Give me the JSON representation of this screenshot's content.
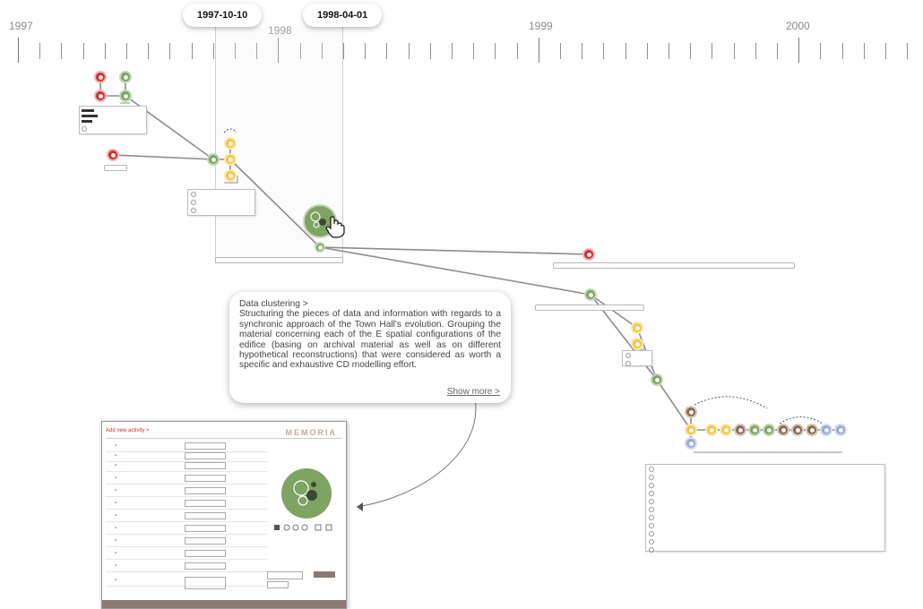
{
  "timeline": {
    "years": [
      "1997",
      "1998",
      "1999",
      "2000"
    ],
    "selection_start": "1997-10-10",
    "selection_end": "1998-04-01"
  },
  "callout": {
    "heading": "Data clustering >",
    "body": "Structuring the pieces of data and information with regards to a synchronic approach of the Town Hall's evolution. Grouping the material concerning each of the E spatial configurations of the edifice (basing on archival material as well as on different hypothetical reconstructions) that were considered as worth a specific and exhaustive CD modelling effort.",
    "more_link": "Show more >"
  },
  "form": {
    "title": "Add new activity >",
    "brand": "MEMORIA"
  },
  "colors": {
    "red_node": "#c9312e",
    "green_node": "#7ea363",
    "yellow_node": "#f3c54a",
    "brown_node": "#8b6a55",
    "blue_node": "#9aa6d6"
  }
}
